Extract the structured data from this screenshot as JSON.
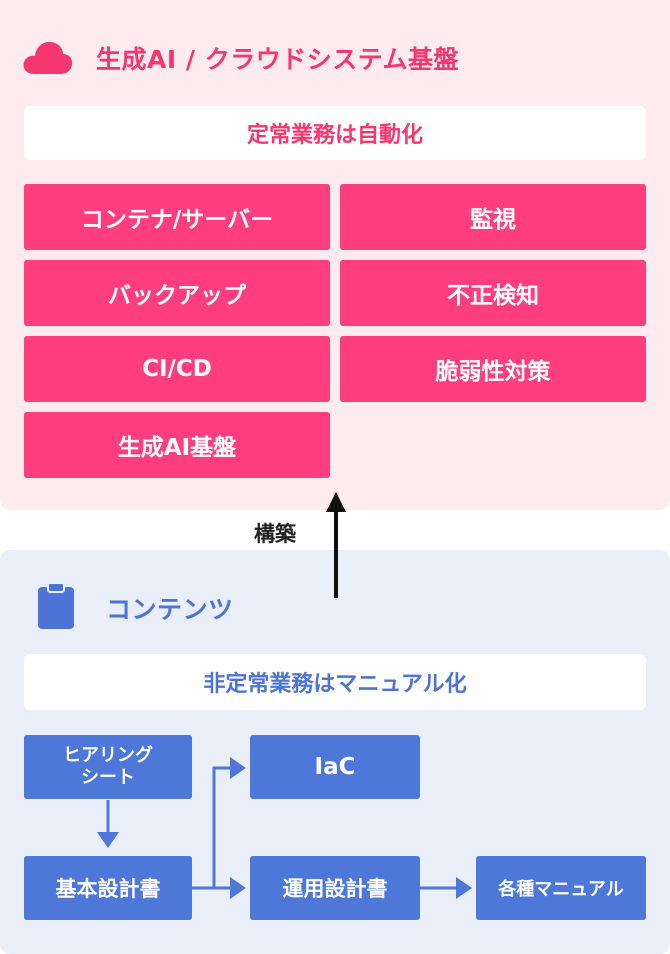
{
  "colors": {
    "pink_accent": "#f5376f",
    "pink_box": "#ff3d7f",
    "pink_panel": "#fdebf0",
    "blue_accent": "#4d73d6",
    "blue_box": "#4d78d9",
    "blue_panel": "#eaeef9"
  },
  "cloud_section": {
    "icon": "cloud-icon",
    "title": "生成AI / クラウドシステム基盤",
    "banner": "定常業務は自動化",
    "items": [
      "コンテナ/サーバー",
      "監視",
      "バックアップ",
      "不正検知",
      "CI/CD",
      "脆弱性対策",
      "生成AI基盤"
    ]
  },
  "connector": {
    "label": "構築"
  },
  "contents_section": {
    "icon": "clipboard-icon",
    "title": "コンテンツ",
    "banner": "非定常業務はマニュアル化",
    "flow": {
      "hearing_sheet_line1": "ヒアリング",
      "hearing_sheet_line2": "シート",
      "basic_design": "基本設計書",
      "iac": "IaC",
      "operation_design": "運用設計書",
      "manuals": "各種マニュアル"
    }
  }
}
